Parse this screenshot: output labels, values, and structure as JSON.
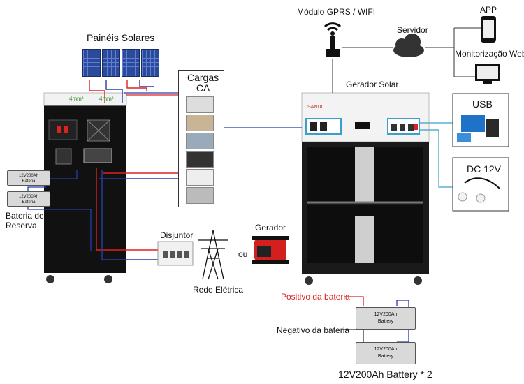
{
  "labels": {
    "solar_panels": "Painéis Solares",
    "gprs_module": "Módulo GPRS / WIFI",
    "app": "APP",
    "server": "Servidor",
    "web_monitoring": "Monitorização Web",
    "ac_loads_line1": "Cargas",
    "ac_loads_line2": "CA",
    "solar_generator": "Gerador Solar",
    "usb": "USB",
    "dc_12v": "DC 12V",
    "backup_battery_line1": "Bateria de",
    "backup_battery_line2": "Reserva",
    "breaker": "Disjuntor",
    "generator": "Gerador",
    "or": "ou",
    "grid": "Rede Elétrica",
    "battery_positive": "Positivo da bateria",
    "battery_negative": "Negativo da bateria",
    "battery_pack": "12V200Ah Battery * 2",
    "cable_left": "4mm²",
    "cable_right": "4mm²",
    "inverter_brand": "SANDI",
    "small_battery_line1": "12V200Ah",
    "small_battery_line2": "Bateria",
    "big_battery_line1": "12V200Ah",
    "big_battery_line2": "Battery"
  },
  "colors": {
    "red_wire": "#e02020",
    "blue_wire": "#2a3aa8",
    "cyan_link": "#3aa0c8",
    "cabinet": "#111111"
  }
}
